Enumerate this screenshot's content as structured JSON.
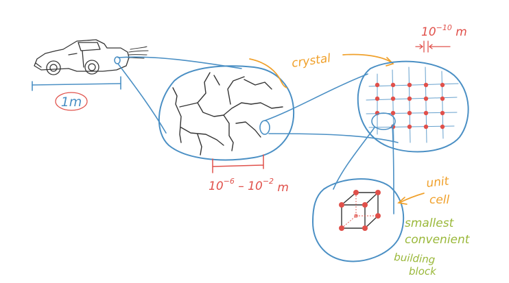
{
  "labels": {
    "one_meter": "1m",
    "grain_size_base1": "10",
    "grain_size_exp1": "−6",
    "grain_size_dash": " – ",
    "grain_size_base2": "10",
    "grain_size_exp2": "−2",
    "grain_size_unit": " m",
    "crystal": "crystal",
    "lattice_base": "10",
    "lattice_exp": "−10",
    "lattice_unit": " m",
    "unit_cell_line1": "unit",
    "unit_cell_line2": "cell",
    "desc_line1": "smallest",
    "desc_line2": "convenient",
    "desc_line3": "building",
    "desc_line4": "block"
  },
  "colors": {
    "blue": "#4a8fc4",
    "red": "#e0504a",
    "orange": "#f0a02a",
    "green": "#9ab83a",
    "ink": "#333333"
  }
}
